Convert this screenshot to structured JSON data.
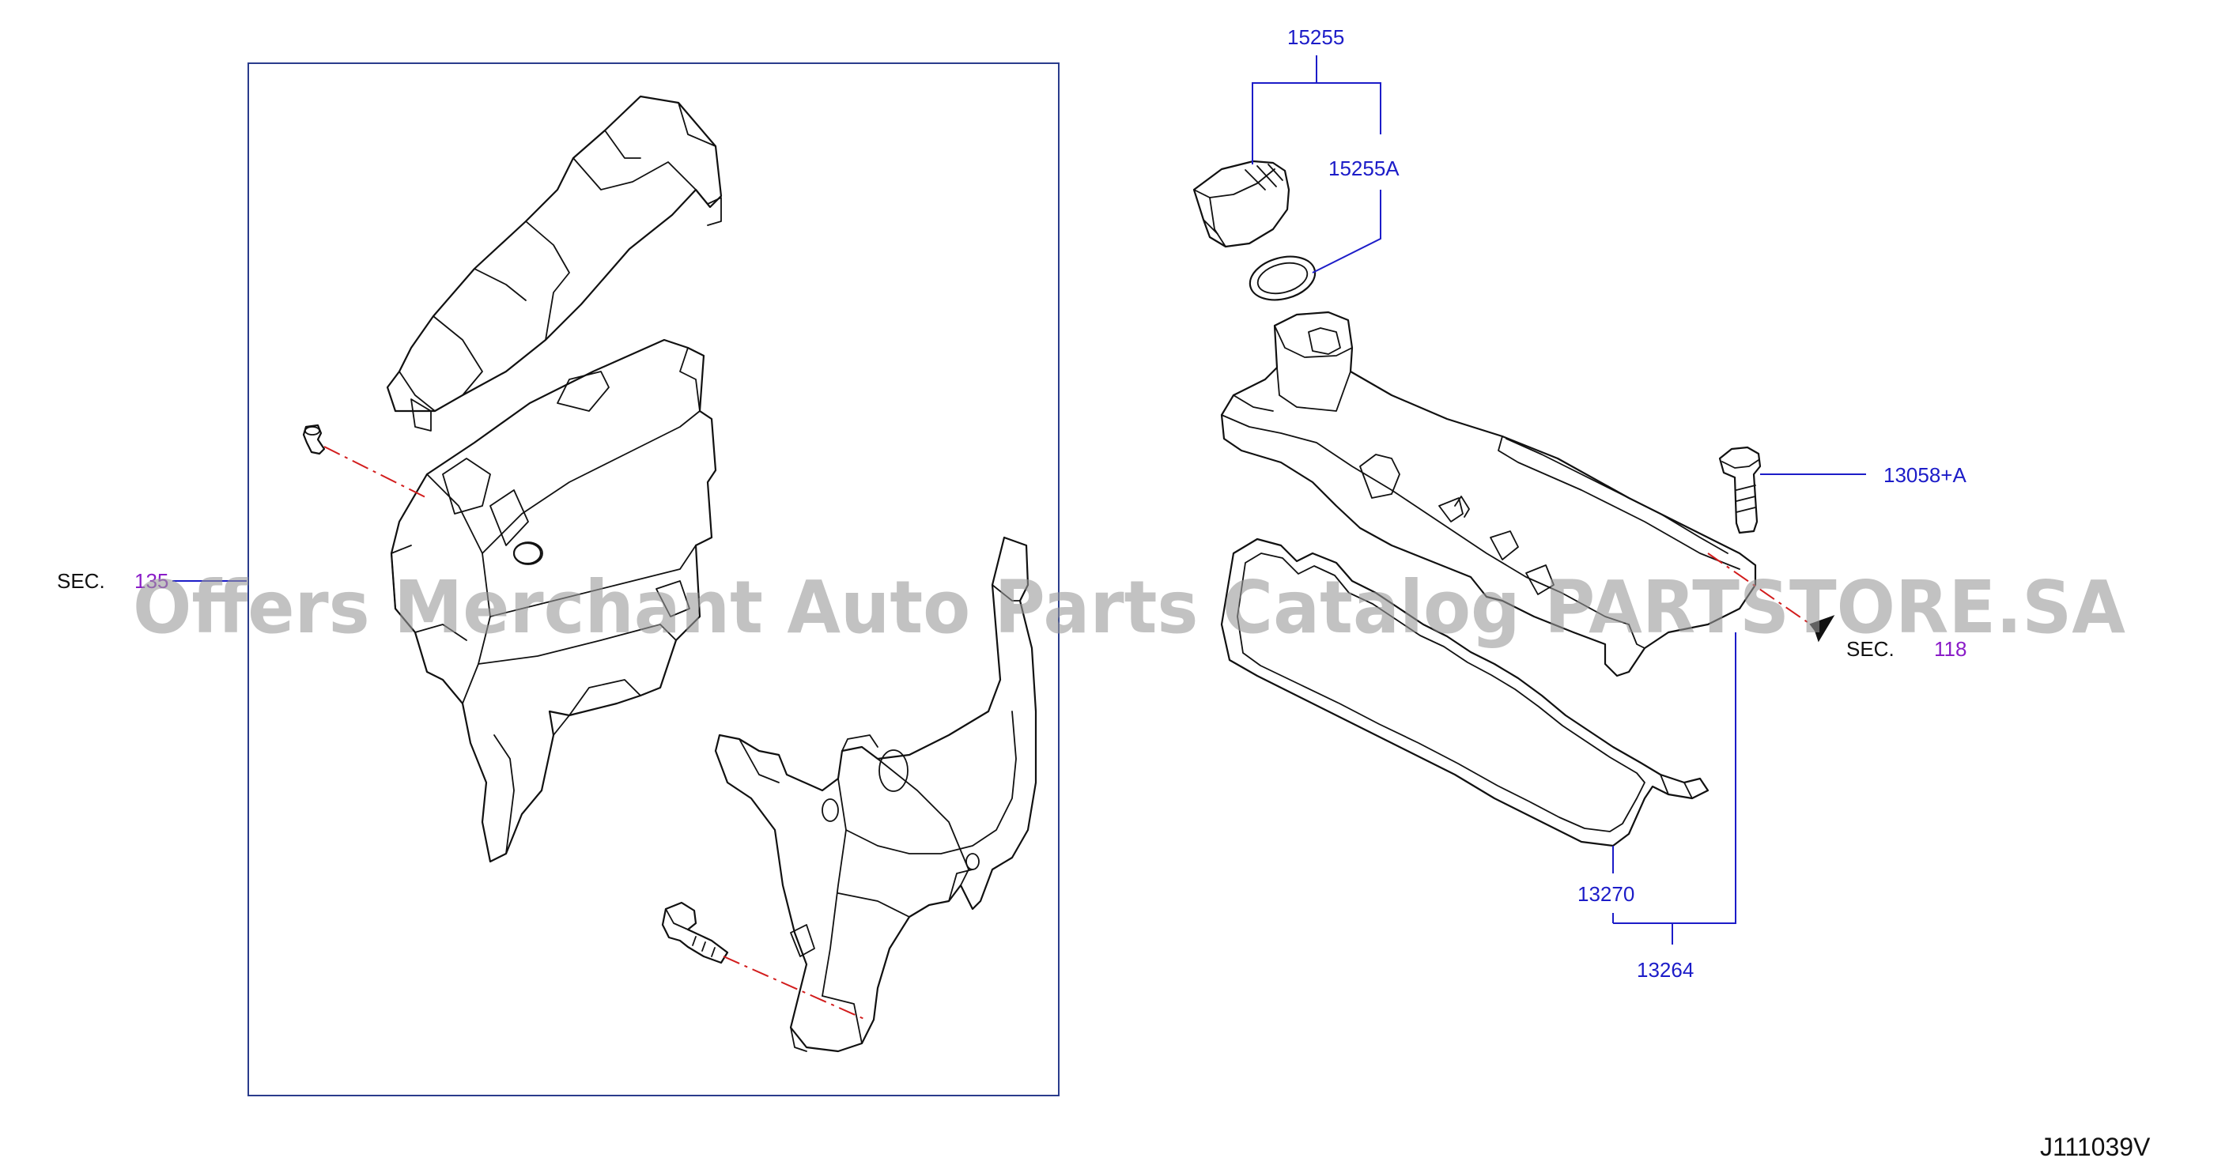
{
  "labels": {
    "p15255": "15255",
    "p15255a": "15255A",
    "p13058a": "13058+A",
    "p13270": "13270",
    "p13264": "13264"
  },
  "sections": {
    "left_prefix": "SEC.",
    "left_number": "135",
    "right_prefix": "SEC.",
    "right_number": "118"
  },
  "diagram_code": "J111039V",
  "watermark": "Offers Merchant Auto Parts Catalog PARTSTORE.SA",
  "colors": {
    "label_blue": "#1c1cc8",
    "section_purple": "#8a1cc8",
    "centerline_red": "#d21c1c",
    "frame_blue": "#2a3c8c"
  }
}
